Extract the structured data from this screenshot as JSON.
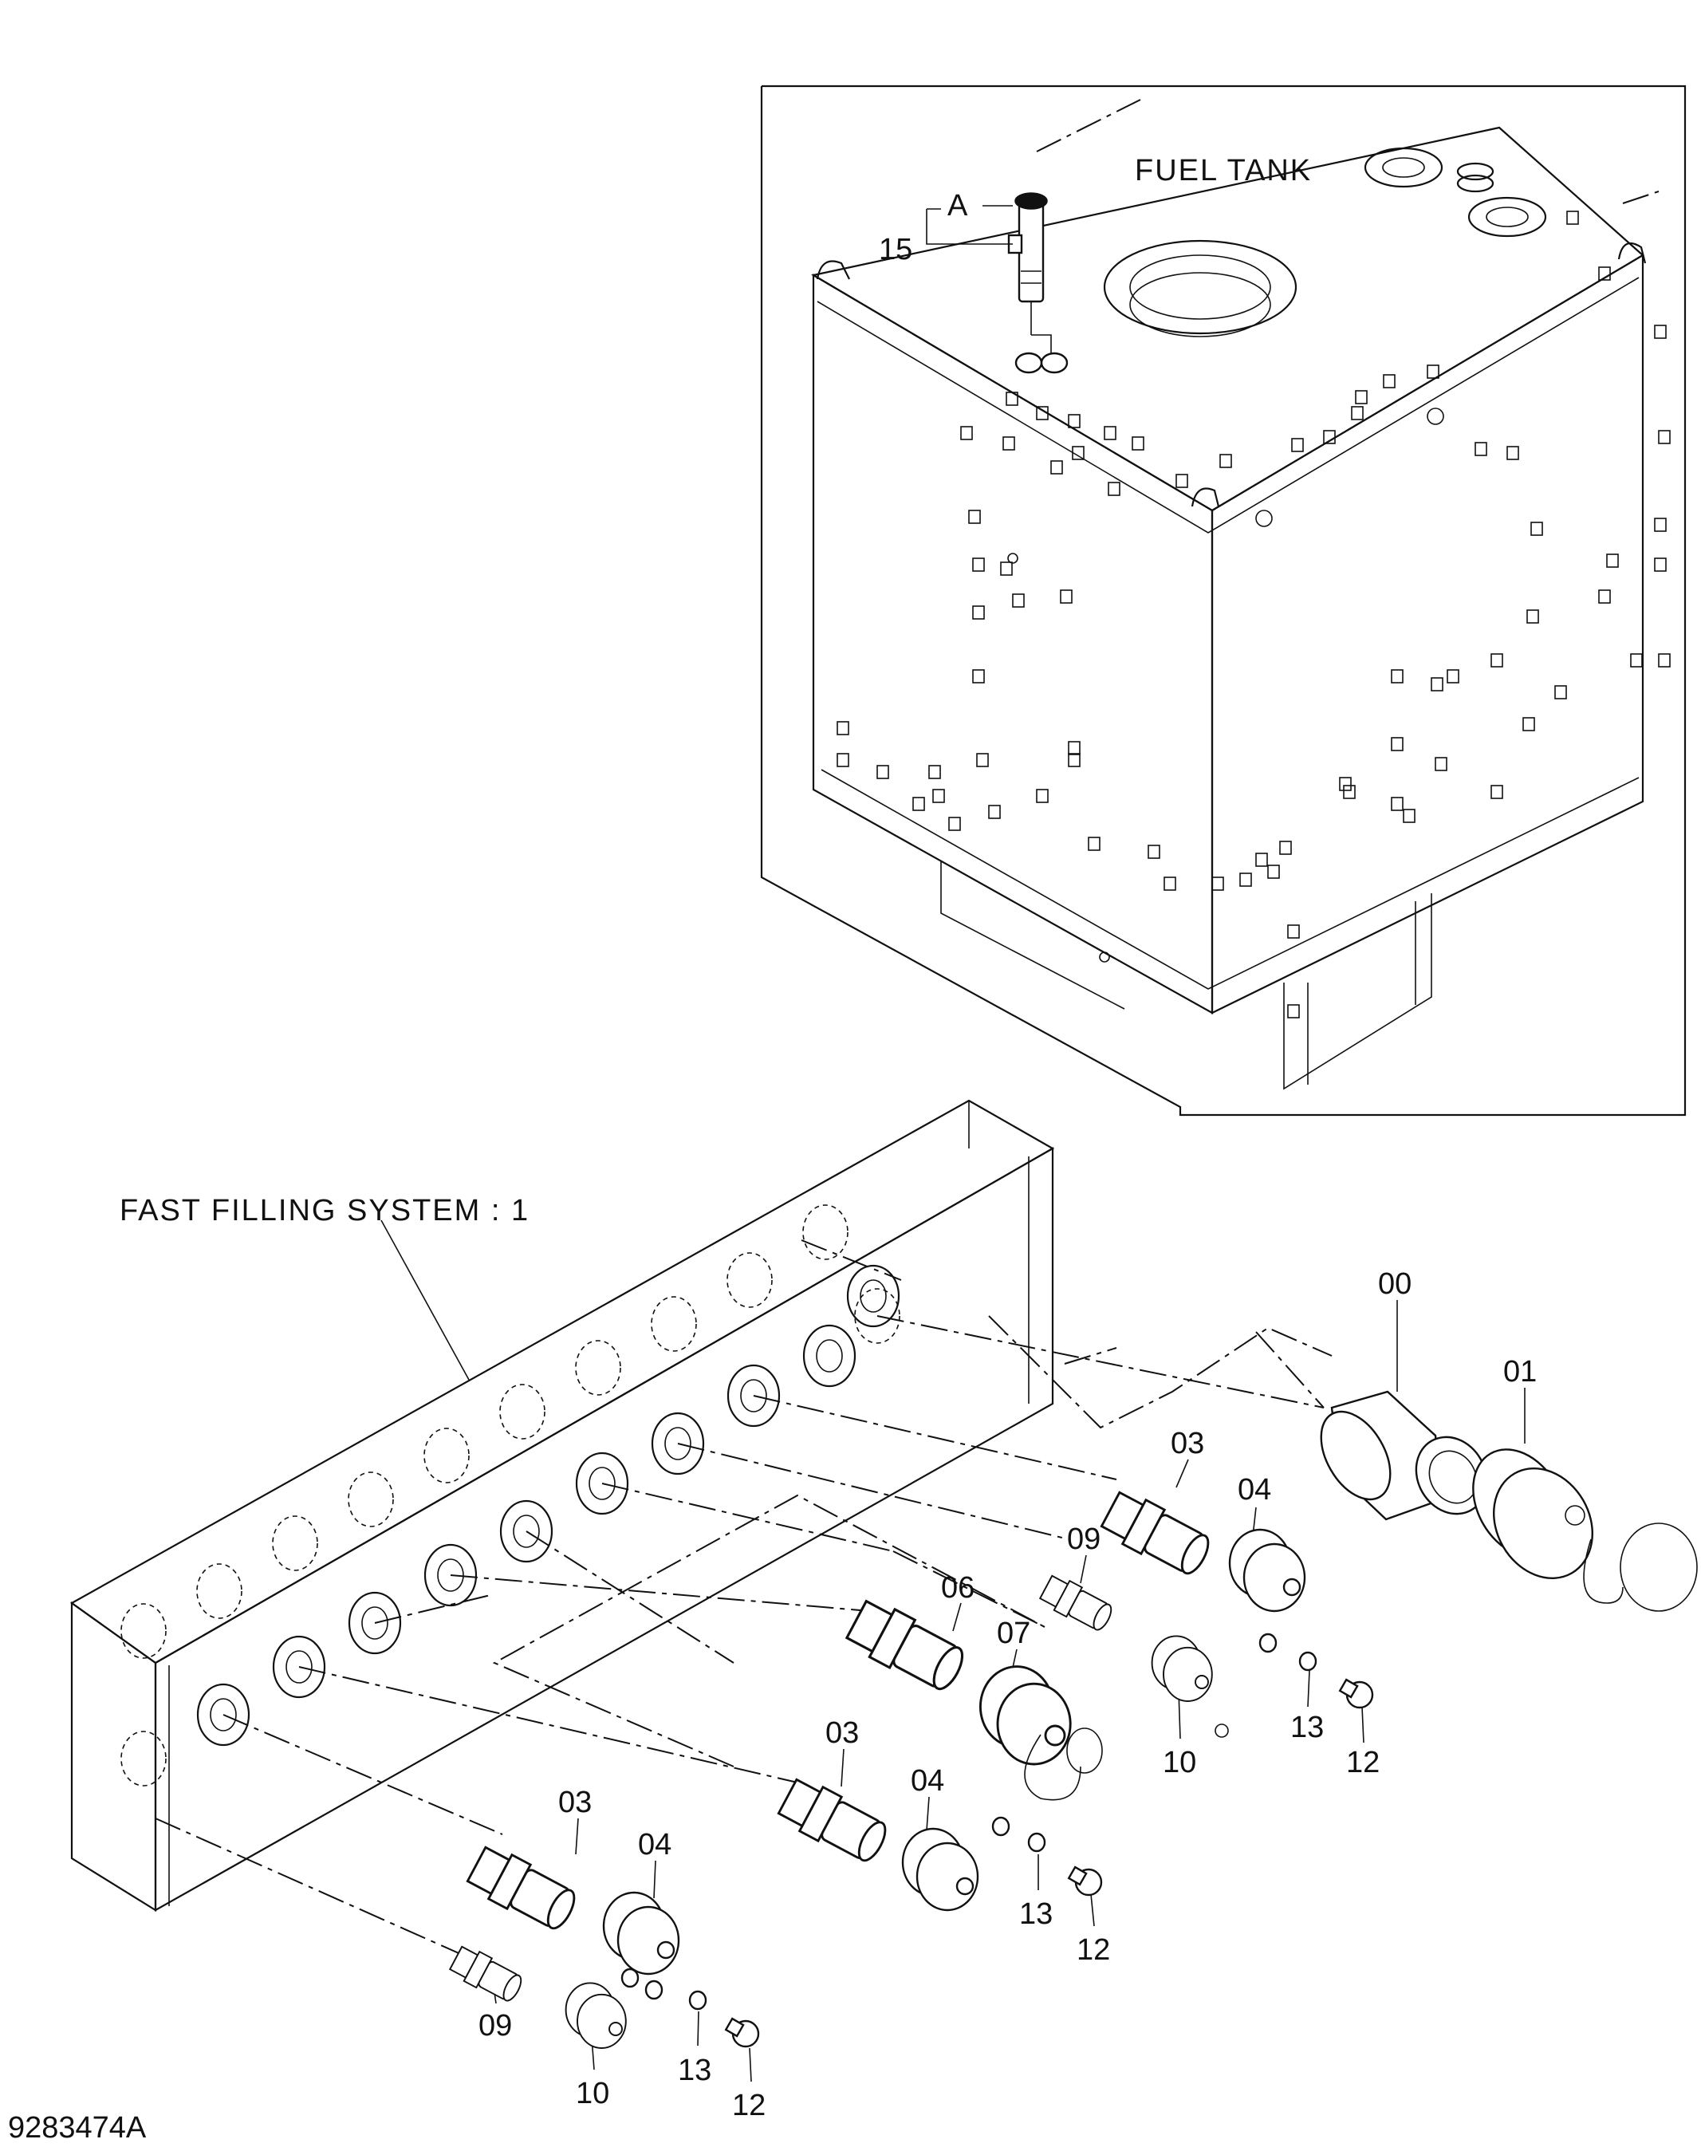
{
  "drawing_number": "9283474A",
  "fuel_tank_label": "FUEL TANK",
  "fast_filling_label": "FAST FILLING SYSTEM : 1",
  "inset_callouts": {
    "reference_letter": "A",
    "part_15": "15"
  },
  "callouts": {
    "c00": "00",
    "c01": "01",
    "c03_upper": "03",
    "c04_upper": "04",
    "c09_upper": "09",
    "c06": "06",
    "c07": "07",
    "c10_upper": "10",
    "c13_upper": "13",
    "c12_upper": "12",
    "c03_middle": "03",
    "c04_middle": "04",
    "c13_middle": "13",
    "c12_middle": "12",
    "c03_lower": "03",
    "c04_lower": "04",
    "c09_lower": "09",
    "c10_lower": "10",
    "c13_lower": "13",
    "c12_lower": "12"
  }
}
